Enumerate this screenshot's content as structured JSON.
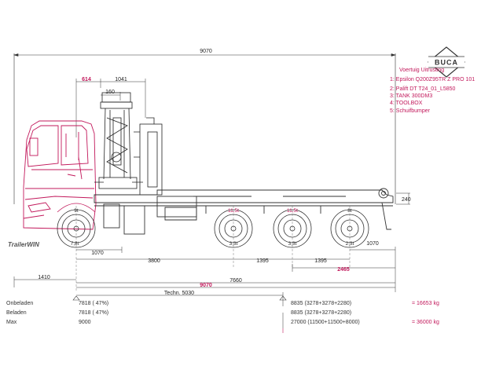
{
  "logo": {
    "text": "BUCA"
  },
  "equipment": {
    "title": "Voertuig Uitrusting",
    "items": [
      "1: Epsilon Q200Z95TR Z PRO 101",
      "2: Palift DT T24_01_L5850",
      "3: TANK 300DM3",
      "4: TOOLBOX",
      "5: Schuifbumper"
    ]
  },
  "software_label": "TrailerWIN",
  "dimensions": {
    "overall_length": "9070",
    "front_614": "614",
    "crane_1041": "1041",
    "crane_160": "160",
    "rear_height_240": "240",
    "front_axle_offset": "1070",
    "wheelbase_3800": "3800",
    "axle_spacing_1": "1395",
    "axle_spacing_2": "1395",
    "rear_overhang": "1070",
    "rear_group_2465": "2465",
    "front_overhang_1410": "1410",
    "length_7660": "7660",
    "length_9070": "9070",
    "techn": "Techn. 5030"
  },
  "axles": [
    {
      "load": "9t",
      "name": "axle-1"
    },
    {
      "load": "11,5t",
      "name": "axle-2"
    },
    {
      "load": "11,5t",
      "name": "axle-3"
    },
    {
      "load": "8t",
      "name": "axle-4"
    }
  ],
  "axle_bottom_labels": [
    "7,8t",
    "3,3t",
    "3,3t",
    "2,3t"
  ],
  "weights": [
    {
      "label": "Onbeladen",
      "front": "7818 ( 47%)",
      "rear": "8835 (3278+3278+2280)",
      "total": "= 16653 kg"
    },
    {
      "label": "Beladen",
      "front": "7818 ( 47%)",
      "rear": "8835 (3278+3278+2280)",
      "total": ""
    },
    {
      "label": "Max",
      "front": "9000",
      "rear": "27000 (11500+11500+8000)",
      "total": "= 36000 kg"
    }
  ],
  "colors": {
    "cab": "#c2185b",
    "chassis": "#333333",
    "accent": "#c2185b"
  }
}
